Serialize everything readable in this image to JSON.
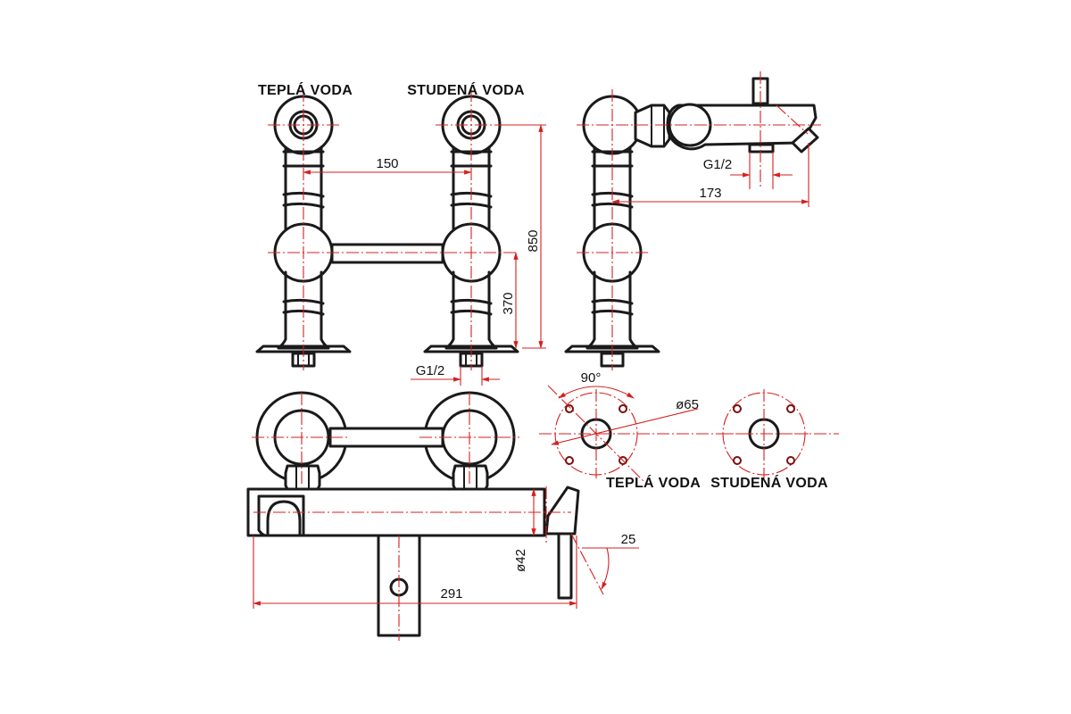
{
  "labels": {
    "hot_water": "TEPLÁ VODA",
    "cold_water": "STUDENÁ VODA"
  },
  "dimensions": {
    "pipe_spacing": "150",
    "total_height": "850",
    "mid_height": "370",
    "thread_front": "G1/2",
    "thread_side": "G1/2",
    "spout_reach": "173",
    "rotation_angle": "90°",
    "flange_diameter": "ø65",
    "body_diameter": "ø42",
    "body_length": "291",
    "spout_tilt": "25"
  },
  "colors": {
    "outline": "#1a1a1a",
    "dimension_lines": "#d42020"
  }
}
